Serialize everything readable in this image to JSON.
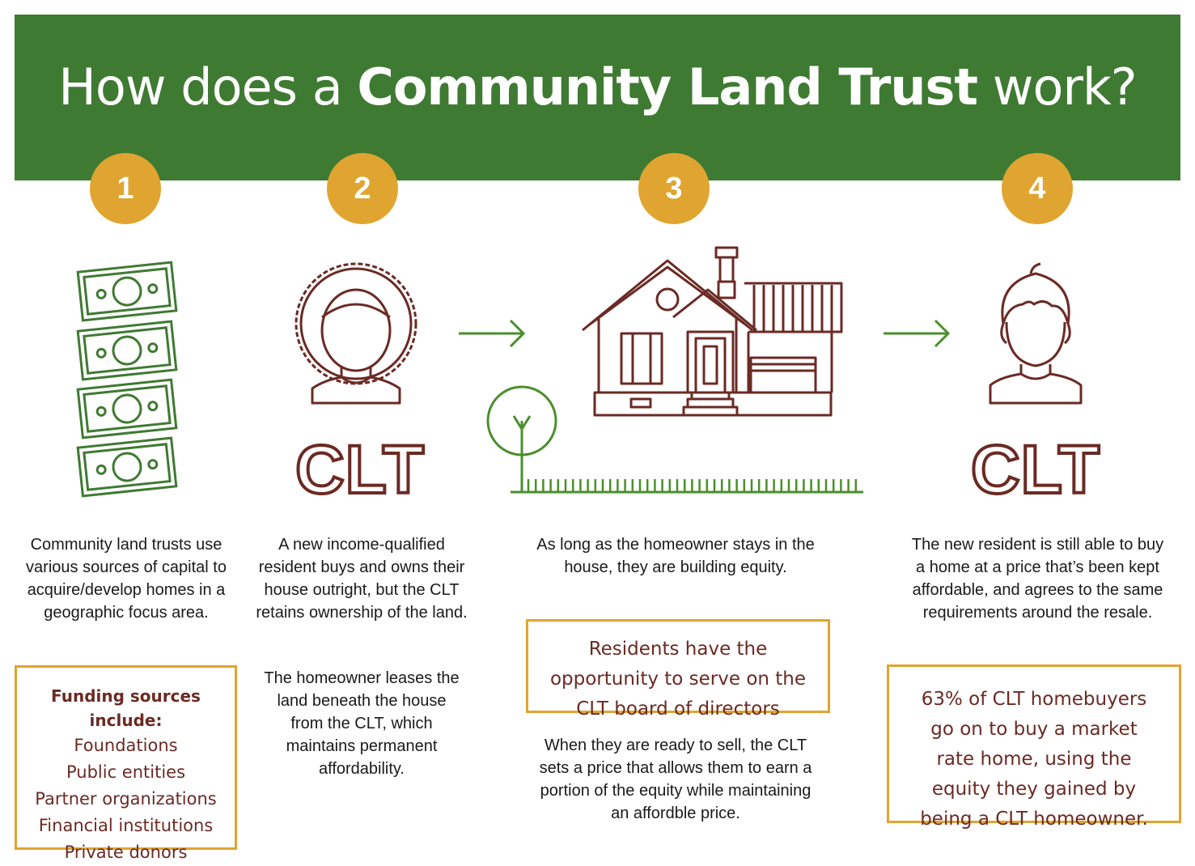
{
  "title": {
    "pre": "How does a ",
    "bold": "Community Land Trust",
    "post": " work?"
  },
  "steps": [
    {
      "number": "1",
      "description": "Community land trusts use various sources of capital to acquire/develop homes in a geographic focus area.",
      "box": {
        "heading": "Funding sources include:",
        "items": [
          "Foundations",
          "Public entities",
          "Partner organizations",
          "Financial institutions",
          "Private donors"
        ]
      }
    },
    {
      "number": "2",
      "label": "CLT",
      "description": "A new income-qualified resident buys and owns their house outright, but the CLT retains ownership of the land.",
      "description2": "The homeowner leases the land beneath the house from the CLT, which maintains permanent affordability."
    },
    {
      "number": "3",
      "description": "As long as the homeowner stays in the house, they are building equity.",
      "box_text": "Residents have the opportunity to serve on the CLT board of directors",
      "description2": "When they are ready to sell, the CLT sets a price that allows them to earn a portion of the equity while maintaining an affordble price."
    },
    {
      "number": "4",
      "label": "CLT",
      "description": "The new resident is still able to buy a home at a price that’s been kept affordable, and agrees to the same requirements around the resale.",
      "box_text": "63% of CLT homebuyers go on to buy a market rate home, using the equity they gained by being a CLT homeowner."
    }
  ],
  "colors": {
    "banner": "#3f7a32",
    "badge": "#e0a430",
    "accent_brown": "#6b2a24",
    "money_green": "#3f7a32",
    "box_border": "#e0a430"
  },
  "icons": [
    "money-icon",
    "woman-icon",
    "arrow-right-icon",
    "house-icon",
    "tree-icon",
    "man-icon"
  ]
}
